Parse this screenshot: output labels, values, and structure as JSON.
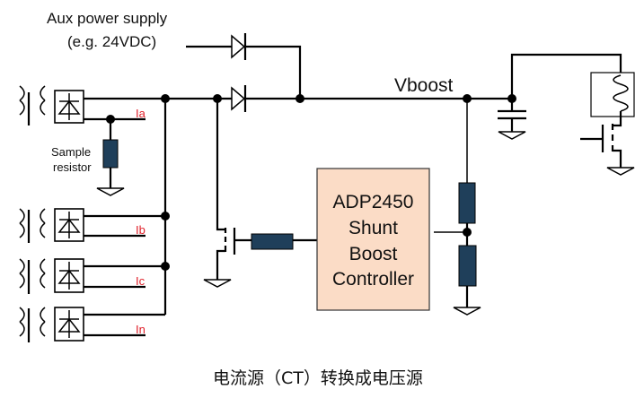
{
  "diagram": {
    "aux_supply": {
      "line1": "Aux power  supply",
      "line2": "(e.g. 24VDC)"
    },
    "rail_label": "Vboost",
    "sample_resistor": {
      "line1": "Sample",
      "line2": "resistor"
    },
    "phases": [
      {
        "label": "Ia"
      },
      {
        "label": "Ib"
      },
      {
        "label": "Ic"
      },
      {
        "label": "In"
      }
    ],
    "controller": {
      "lines": [
        "ADP2450",
        "Shunt",
        "Boost",
        "Controller"
      ],
      "fill_color": "#fbdcc6"
    },
    "colors": {
      "resistor": "#1f3f5a",
      "phase_label": "#e0202a"
    },
    "caption": "电流源（CT）转换成电压源"
  }
}
